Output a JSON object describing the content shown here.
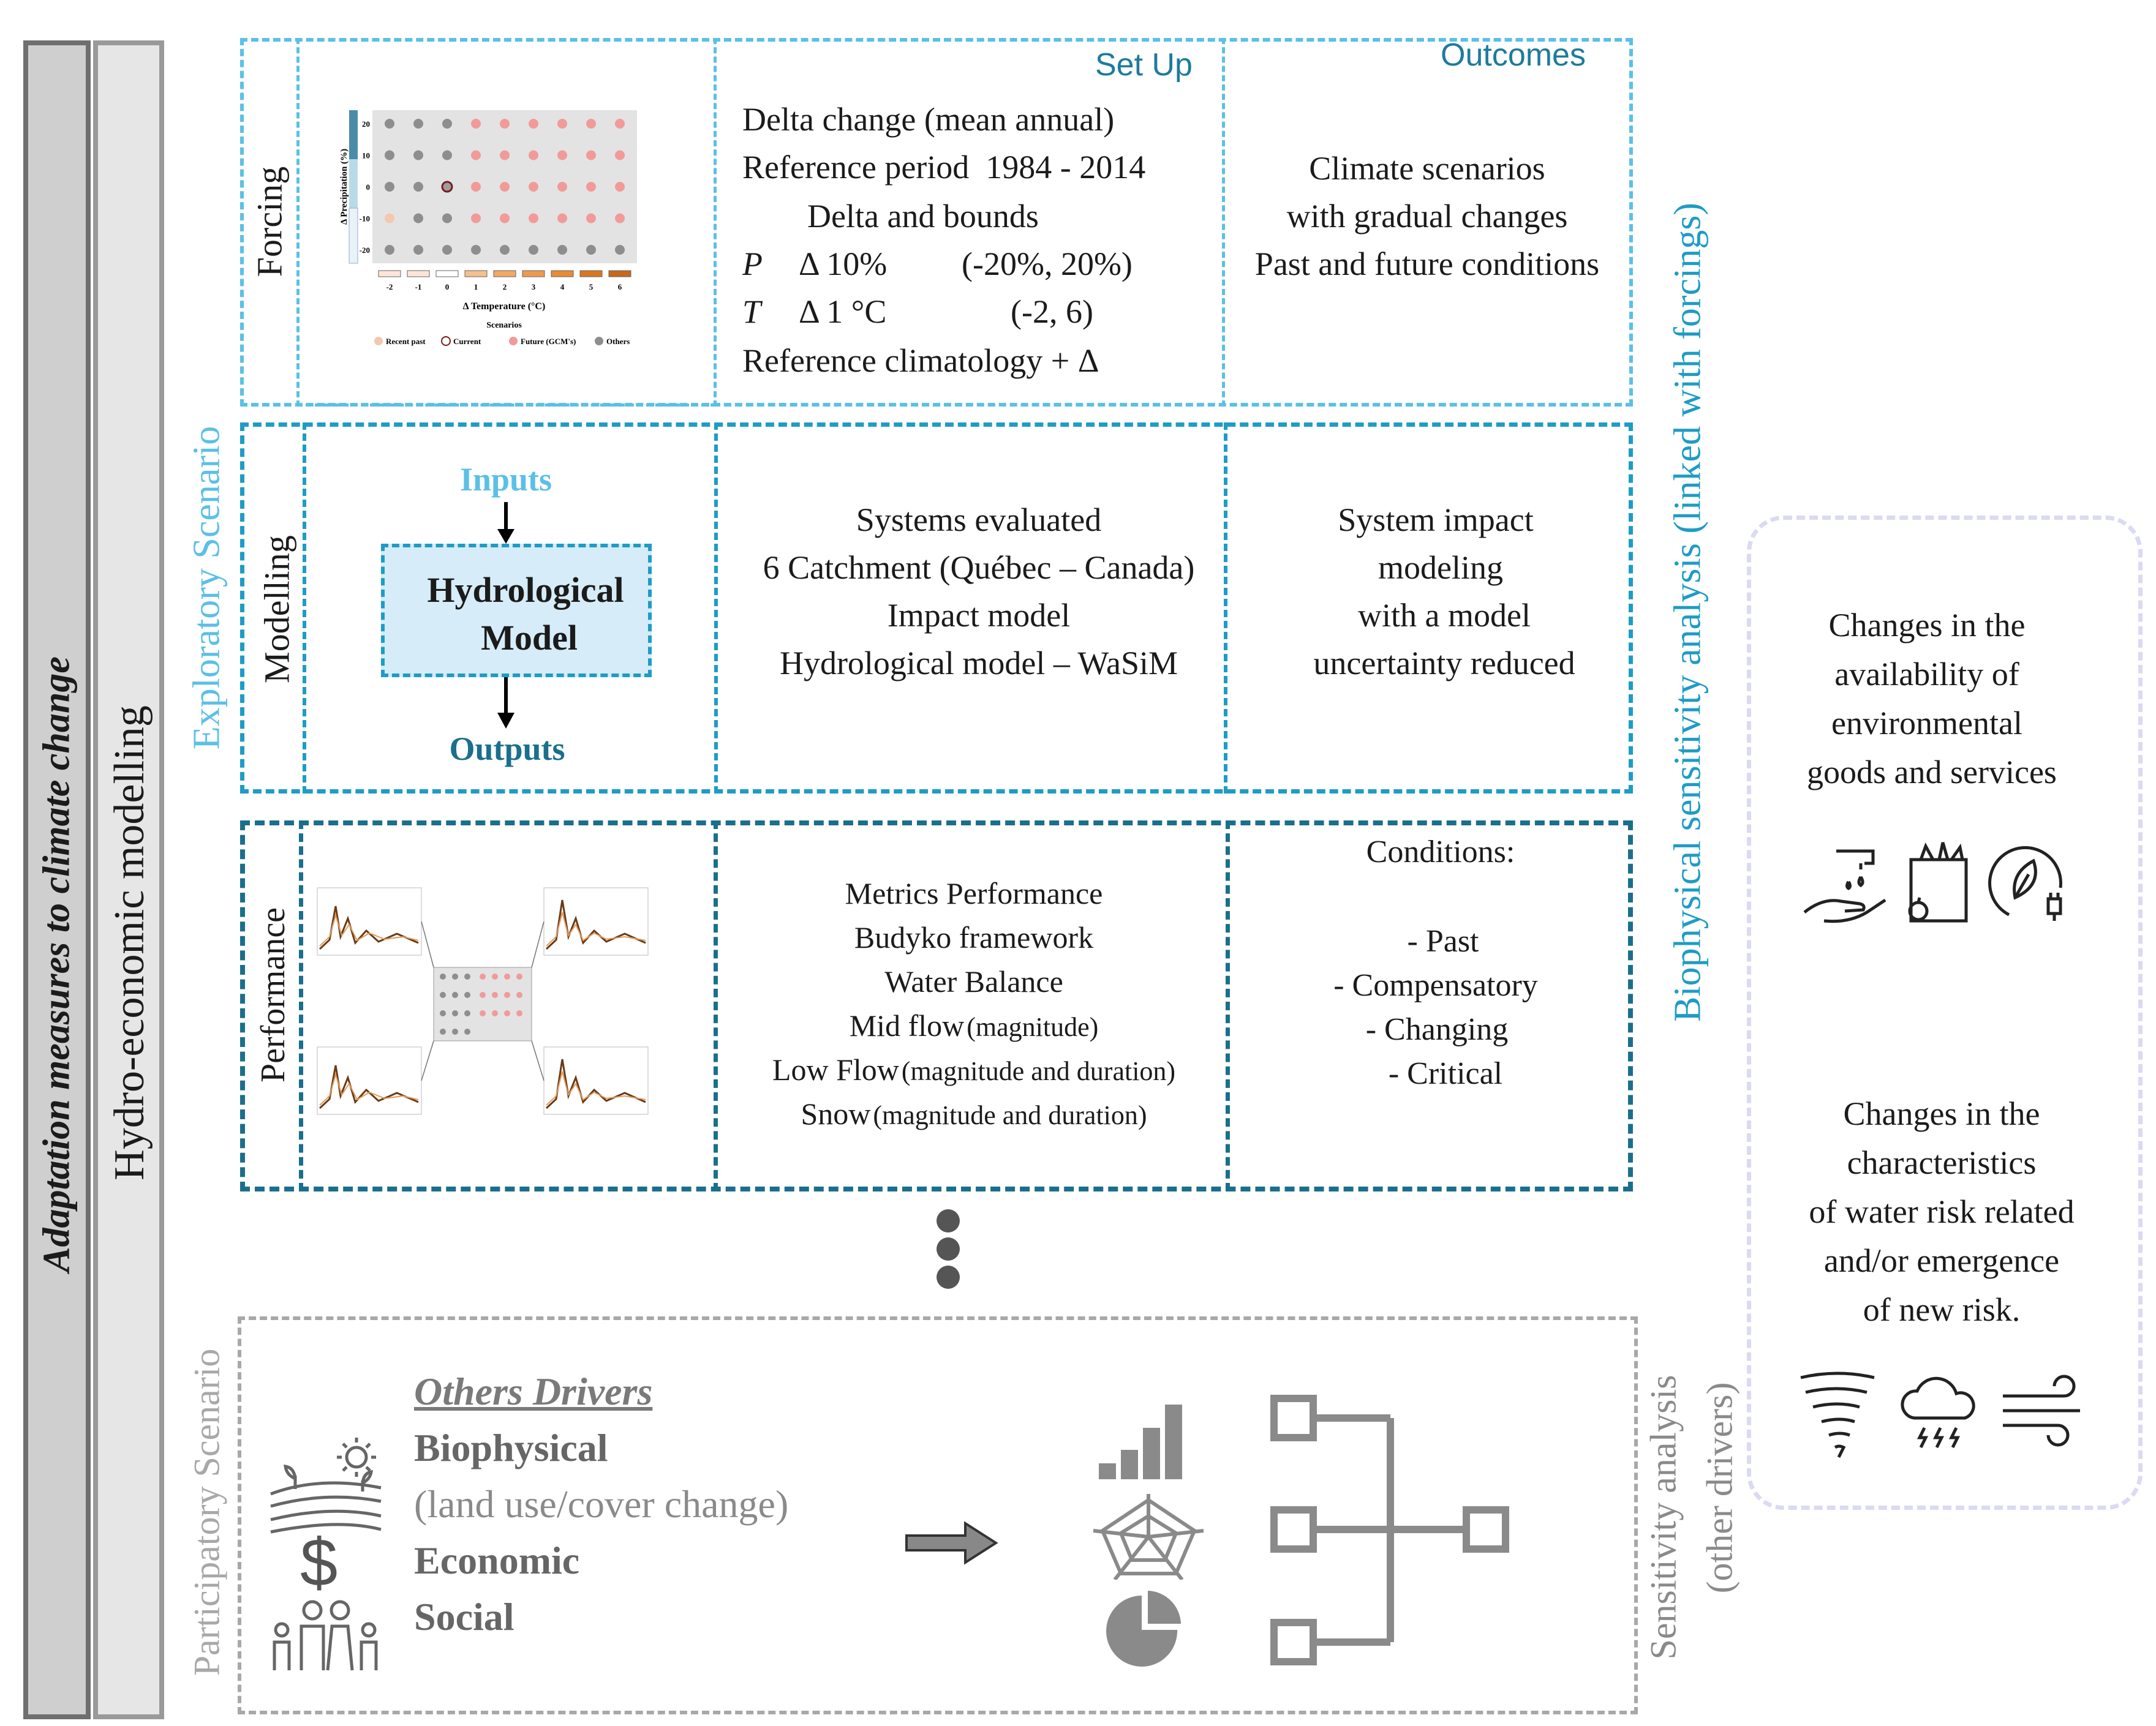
{
  "left_bars": {
    "adaptation": "Adaptation measures to climate change",
    "hydro_economic": "Hydro-economic modelling"
  },
  "exploratory_scenario": "Exploratory Scenario",
  "headers": {
    "setup": "Set Up",
    "outcomes": "Outcomes"
  },
  "right_labels": {
    "biophysical_sensitivity": "Biophysical sensitivity analysis (linked with forcings)",
    "sensitivity_other_1": "Sensitivity analysis",
    "sensitivity_other_2": "(other drivers)"
  },
  "rows": {
    "forcing": {
      "label": "Forcing",
      "setup": {
        "delta_change": "Delta change (mean annual)",
        "reference_period": "Reference period  1984 - 2014",
        "delta_bounds": "Delta and bounds",
        "p_symbol": "P",
        "p_delta": "Δ 10%",
        "p_bounds": "(-20%, 20%)",
        "t_symbol": "T",
        "t_delta": "Δ 1 °C",
        "t_bounds": "(-2, 6)",
        "ref_climatology": "Reference climatology + Δ"
      },
      "outcomes": [
        "Climate scenarios",
        "with gradual changes",
        "Past and future conditions"
      ],
      "thumb": {
        "ylabel": "Δ Precipitation (%)",
        "xlabel": "Δ Temperature (°C)",
        "y_ticks": [
          "20",
          "10",
          "0",
          "-10",
          "-20"
        ],
        "x_ticks": [
          "-2",
          "-1",
          "0",
          "1",
          "2",
          "3",
          "4",
          "5",
          "6"
        ],
        "legend_title": "Scenarios",
        "legend": [
          "Recent past",
          "Current",
          "Future (GCM's)",
          "Others"
        ],
        "colors": {
          "recent": "#f4c7b0",
          "current": "#9e9e9e",
          "future": "#f29a9a",
          "others": "#8e8e8e",
          "bg": "#e3e3e3"
        }
      }
    },
    "modelling": {
      "label": "Modelling",
      "inputs": "Inputs",
      "model_line1": "Hydrological",
      "model_line2": "Model",
      "outputs": "Outputs",
      "setup": [
        "Systems evaluated",
        "6 Catchment (Québec – Canada)",
        "Impact model",
        "Hydrological model – WaSiM"
      ],
      "outcomes": [
        "System impact",
        "modeling",
        "with a model",
        "uncertainty reduced"
      ]
    },
    "performance": {
      "label": "Performance",
      "setup": [
        {
          "main": "Metrics Performance",
          "small": ""
        },
        {
          "main": "Budyko framework",
          "small": ""
        },
        {
          "main": "Water Balance",
          "small": ""
        },
        {
          "main": "Mid flow",
          "small": "(magnitude)"
        },
        {
          "main": "Low Flow",
          "small": "(magnitude and duration)"
        },
        {
          "main": "Snow",
          "small": "(magnitude and duration)"
        }
      ],
      "outcomes_title": "Conditions:",
      "outcomes": [
        "- Past",
        "- Compensatory",
        "- Changing",
        "- Critical"
      ]
    }
  },
  "participatory": {
    "label": "Participatory Scenario",
    "title": "Others Drivers",
    "biophysical": "Biophysical",
    "land_use": "(land use/cover change)",
    "economic": "Economic",
    "social": "Social",
    "dollar": "$"
  },
  "right_panel": {
    "text1": [
      "Changes in the",
      "availability of",
      "environmental",
      "goods and services"
    ],
    "text2": [
      "Changes in the",
      "characteristics",
      "of water risk related",
      "and/or emergence",
      "of new risk."
    ]
  },
  "colors": {
    "light_blue": "#5bc0e6",
    "mid_blue": "#1e9cc6",
    "dark_blue": "#1a6f8c",
    "teal_text": "#1d7b9c",
    "gray": "#9a9a9a",
    "lavender": "#d9d9f0"
  }
}
